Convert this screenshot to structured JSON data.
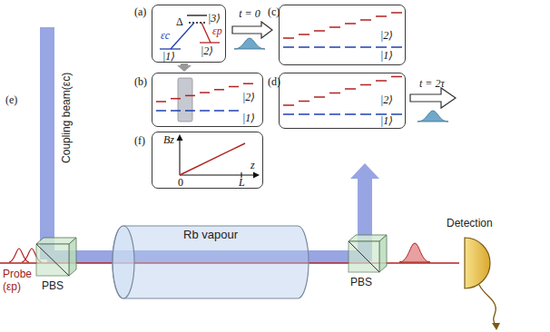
{
  "diagram": {
    "nodes": [
      {
        "text": [
          "(a)",
          "|3⟩",
          "Δ",
          "εc",
          "εp",
          "|1⟩",
          "|2⟩"
        ]
      },
      {
        "text": [
          "(b)",
          "|2⟩",
          "|1⟩"
        ]
      },
      {
        "text": [
          "(c)",
          "|2⟩",
          "|1⟩"
        ]
      },
      {
        "text": [
          "(d)",
          "|2⟩",
          "|1⟩"
        ]
      },
      {
        "text": [
          "(f)",
          "Bz",
          "z",
          "0",
          "L"
        ]
      },
      {
        "text": [
          "Rb vapour"
        ]
      }
    ],
    "edges": [
      {
        "from": 0,
        "to": 1,
        "arrow": "to"
      },
      {
        "from": 0,
        "to": 2,
        "label": "t = 0",
        "arrow": "to"
      }
    ],
    "labels": [
      "t = 2τ",
      "(e)",
      "Coupling beam(εc)",
      "Probe (εp)",
      "PBS",
      "PBS",
      "Detection"
    ]
  }
}
